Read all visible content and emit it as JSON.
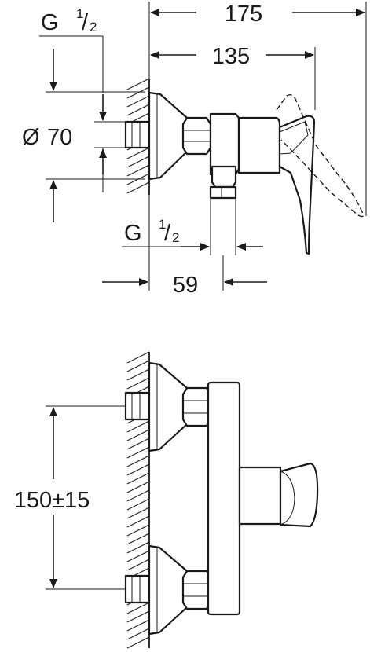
{
  "top_view": {
    "dim_overall_width": "175",
    "dim_lever_reach": "135",
    "dim_projection": "59",
    "inlet_thread_main": "G",
    "inlet_thread_num": "1",
    "inlet_thread_den": "2",
    "outlet_thread_main": "G",
    "outlet_thread_num": "1",
    "outlet_thread_den": "2",
    "diameter_prefix": "Ø",
    "diameter_value": "70"
  },
  "front_view": {
    "dim_center_distance": "150±15"
  }
}
